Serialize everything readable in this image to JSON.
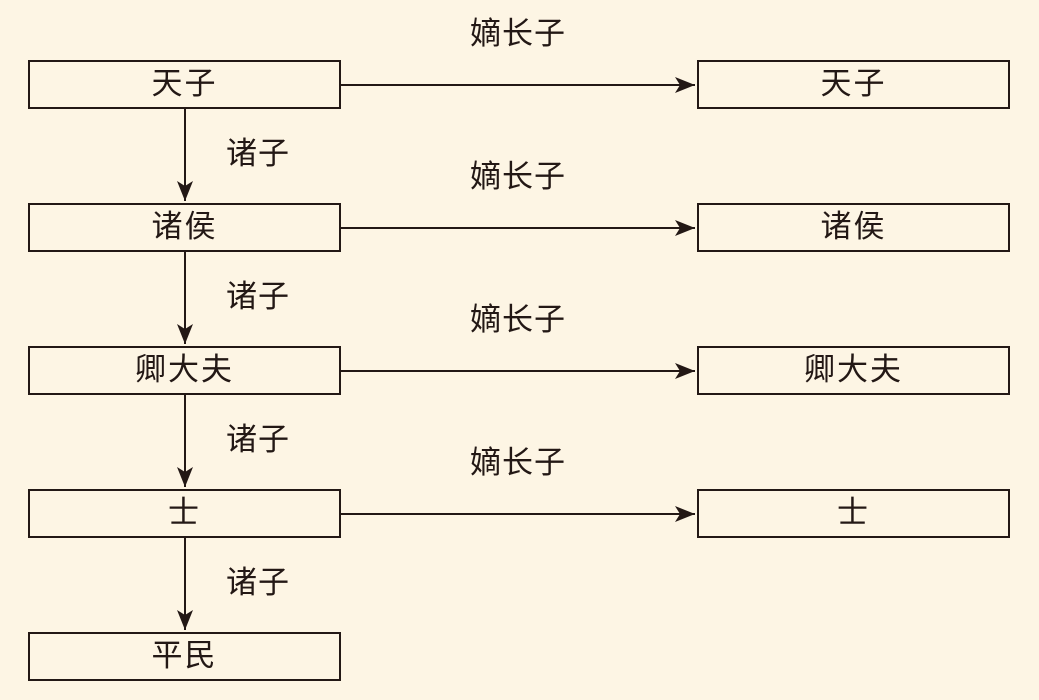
{
  "colors": {
    "background": "#fdf5e4",
    "ink": "#231815"
  },
  "hierarchy": [
    {
      "rank": "天子",
      "heir": "天子"
    },
    {
      "rank": "诸侯",
      "heir": "诸侯"
    },
    {
      "rank": "卿大夫",
      "heir": "卿大夫"
    },
    {
      "rank": "士",
      "heir": "士"
    },
    {
      "rank": "平民"
    }
  ],
  "edge_labels": {
    "eldest_son": "嫡长子",
    "other_sons": "诸子"
  }
}
